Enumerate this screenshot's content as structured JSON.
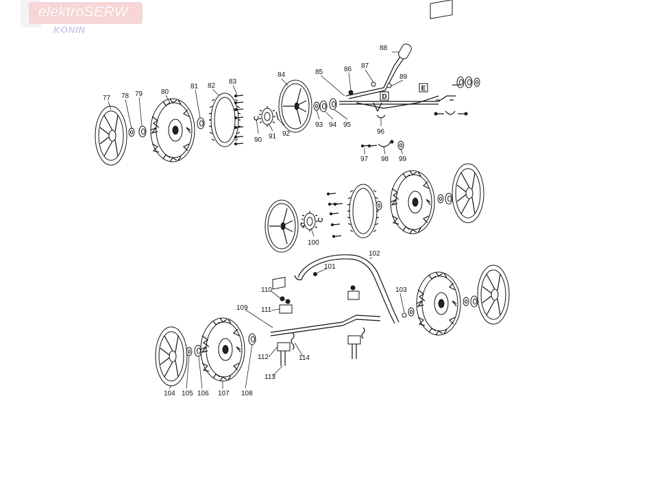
{
  "logo": {
    "brand_prefix": "elektro",
    "brand_suffix": "SERW",
    "city": "KONIN"
  },
  "labels": [
    {
      "id": "77",
      "text": "77"
    },
    {
      "id": "78",
      "text": "78"
    },
    {
      "id": "79",
      "text": "79"
    },
    {
      "id": "80",
      "text": "80"
    },
    {
      "id": "81",
      "text": "81"
    },
    {
      "id": "82",
      "text": "82"
    },
    {
      "id": "83",
      "text": "83"
    },
    {
      "id": "84",
      "text": "84"
    },
    {
      "id": "85",
      "text": "85"
    },
    {
      "id": "86",
      "text": "86"
    },
    {
      "id": "87",
      "text": "87"
    },
    {
      "id": "88",
      "text": "88"
    },
    {
      "id": "89",
      "text": "89"
    },
    {
      "id": "90",
      "text": "90"
    },
    {
      "id": "91",
      "text": "91"
    },
    {
      "id": "92",
      "text": "92"
    },
    {
      "id": "93",
      "text": "93"
    },
    {
      "id": "94",
      "text": "94"
    },
    {
      "id": "95",
      "text": "95"
    },
    {
      "id": "96",
      "text": "96"
    },
    {
      "id": "97",
      "text": "97"
    },
    {
      "id": "98",
      "text": "98"
    },
    {
      "id": "99",
      "text": "99"
    },
    {
      "id": "100",
      "text": "100"
    },
    {
      "id": "101",
      "text": "101"
    },
    {
      "id": "102",
      "text": "102"
    },
    {
      "id": "103",
      "text": "103"
    },
    {
      "id": "104",
      "text": "104"
    },
    {
      "id": "105",
      "text": "105"
    },
    {
      "id": "106",
      "text": "106"
    },
    {
      "id": "107",
      "text": "107"
    },
    {
      "id": "108",
      "text": "108"
    },
    {
      "id": "109",
      "text": "109"
    },
    {
      "id": "110",
      "text": "110"
    },
    {
      "id": "111",
      "text": "111"
    },
    {
      "id": "112",
      "text": "112"
    },
    {
      "id": "113",
      "text": "113"
    },
    {
      "id": "114",
      "text": "114"
    }
  ],
  "markers": {
    "d": "D",
    "e": "E"
  }
}
